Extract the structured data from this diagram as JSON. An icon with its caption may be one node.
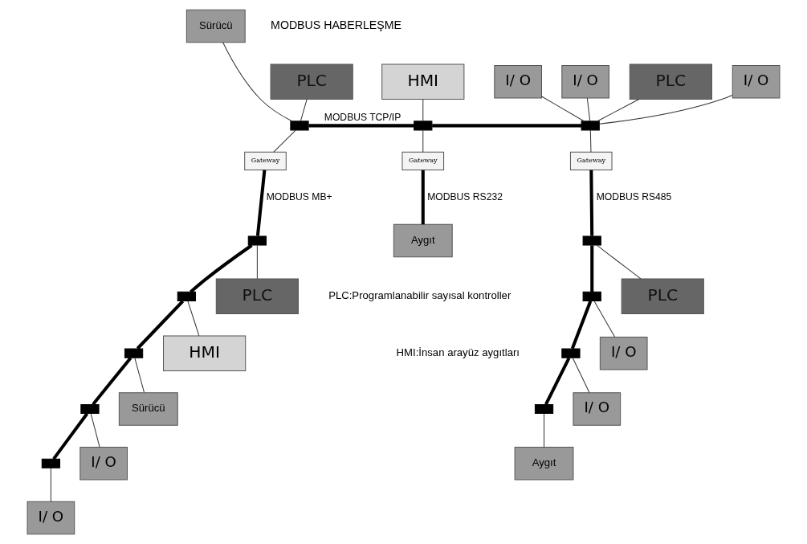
{
  "diagram": {
    "nodes": [
      {
        "text": [
          "Sürücü"
        ]
      },
      {
        "text": [
          "PLC"
        ]
      },
      {
        "text": [
          "HMI"
        ]
      },
      {
        "text": [
          "I/ O"
        ]
      },
      {
        "text": [
          "I/ O"
        ]
      },
      {
        "text": [
          "PLC"
        ]
      },
      {
        "text": [
          "I/ O"
        ]
      },
      {
        "text": [],
        "shape": "box"
      },
      {
        "text": [],
        "shape": "box"
      },
      {
        "text": [],
        "shape": "box"
      },
      {
        "text": [
          "Gateway"
        ]
      },
      {
        "text": [
          "Gateway"
        ]
      },
      {
        "text": [
          "Gateway"
        ]
      },
      {
        "text": [],
        "shape": "box"
      },
      {
        "text": [],
        "shape": "box"
      },
      {
        "text": [],
        "shape": "box"
      },
      {
        "text": [],
        "shape": "box"
      },
      {
        "text": [],
        "shape": "box"
      },
      {
        "text": [
          "PLC"
        ]
      },
      {
        "text": [
          "HMI"
        ]
      },
      {
        "text": [
          "Sürücü"
        ]
      },
      {
        "text": [
          "I/ O"
        ]
      },
      {
        "text": [
          "I/ O"
        ]
      },
      {
        "text": [
          "Aygıt"
        ]
      },
      {
        "text": [],
        "shape": "box"
      },
      {
        "text": [],
        "shape": "box"
      },
      {
        "text": [],
        "shape": "box"
      },
      {
        "text": [],
        "shape": "box"
      },
      {
        "text": [
          "PLC"
        ]
      },
      {
        "text": [
          "I/ O"
        ]
      },
      {
        "text": [
          "I/ O"
        ]
      },
      {
        "text": [
          "Aygıt"
        ]
      }
    ],
    "edges": [
      {
        "from": 0,
        "to": 7,
        "arrow": "none"
      },
      {
        "from": 1,
        "to": 7,
        "arrow": "none"
      },
      {
        "from": 2,
        "to": 8,
        "arrow": "none"
      },
      {
        "from": 3,
        "to": 9,
        "arrow": "none"
      },
      {
        "from": 4,
        "to": 9,
        "arrow": "none"
      },
      {
        "from": 5,
        "to": 9,
        "arrow": "none"
      },
      {
        "from": 6,
        "to": 9,
        "arrow": "none"
      },
      {
        "from": 7,
        "to": 8,
        "arrow": "none",
        "style": "thick",
        "label": "MODBUS TCP/IP"
      },
      {
        "from": 8,
        "to": 9,
        "arrow": "none",
        "style": "thick"
      },
      {
        "from": 7,
        "to": 10,
        "arrow": "none"
      },
      {
        "from": 8,
        "to": 11,
        "arrow": "none"
      },
      {
        "from": 9,
        "to": 12,
        "arrow": "none"
      },
      {
        "from": 10,
        "to": 13,
        "arrow": "none",
        "style": "thick",
        "label": "MODBUS MB+"
      },
      {
        "from": 13,
        "to": 14,
        "arrow": "none",
        "style": "thick"
      },
      {
        "from": 14,
        "to": 15,
        "arrow": "none",
        "style": "thick"
      },
      {
        "from": 15,
        "to": 16,
        "arrow": "none",
        "style": "thick"
      },
      {
        "from": 16,
        "to": 17,
        "arrow": "none",
        "style": "thick"
      },
      {
        "from": 13,
        "to": 18,
        "arrow": "none"
      },
      {
        "from": 14,
        "to": 19,
        "arrow": "none"
      },
      {
        "from": 15,
        "to": 20,
        "arrow": "none"
      },
      {
        "from": 16,
        "to": 21,
        "arrow": "none"
      },
      {
        "from": 17,
        "to": 22,
        "arrow": "none"
      },
      {
        "from": 11,
        "to": 23,
        "arrow": "none",
        "style": "thick",
        "label": "MODBUS RS232"
      },
      {
        "from": 12,
        "to": 24,
        "arrow": "none",
        "style": "thick",
        "label": "MODBUS RS485"
      },
      {
        "from": 24,
        "to": 25,
        "arrow": "none",
        "style": "thick"
      },
      {
        "from": 25,
        "to": 26,
        "arrow": "none",
        "style": "thick"
      },
      {
        "from": 26,
        "to": 27,
        "arrow": "none",
        "style": "thick"
      },
      {
        "from": 24,
        "to": 28,
        "arrow": "none"
      },
      {
        "from": 25,
        "to": 29,
        "arrow": "none"
      },
      {
        "from": 26,
        "to": 30,
        "arrow": "none"
      },
      {
        "from": 27,
        "to": 31,
        "arrow": "none"
      }
    ],
    "labels": [
      "MODBUS HABERLEŞME",
      "PLC:Programlanabilir sayısal kontroller",
      "HMI:İnsan arayüz aygıtları"
    ]
  }
}
